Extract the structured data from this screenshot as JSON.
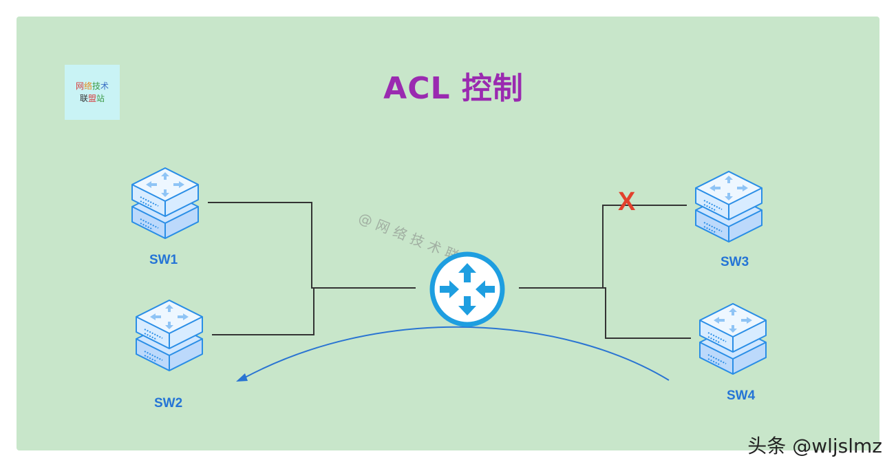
{
  "logo": {
    "line1": [
      "网",
      "络",
      "技",
      "术"
    ],
    "line2": [
      "联",
      "盟",
      "站"
    ]
  },
  "title": "ACL 控制",
  "watermark": "@网络技术联盟站",
  "nodes": {
    "sw1": "SW1",
    "sw2": "SW2",
    "sw3": "SW3",
    "sw4": "SW4"
  },
  "blocked_mark": "X",
  "credit": "头条 @wljslmz",
  "colors": {
    "background": "#c8e6ca",
    "title": "#9a2ab0",
    "label": "#2474d6",
    "router": "#1e9ee0",
    "switch": "#2a8ee6",
    "link": "#333333",
    "flow_arrow": "#2a74d2",
    "blocked": "#e2412d"
  },
  "icons": {
    "router": "router-icon",
    "switch": "switch-icon"
  }
}
